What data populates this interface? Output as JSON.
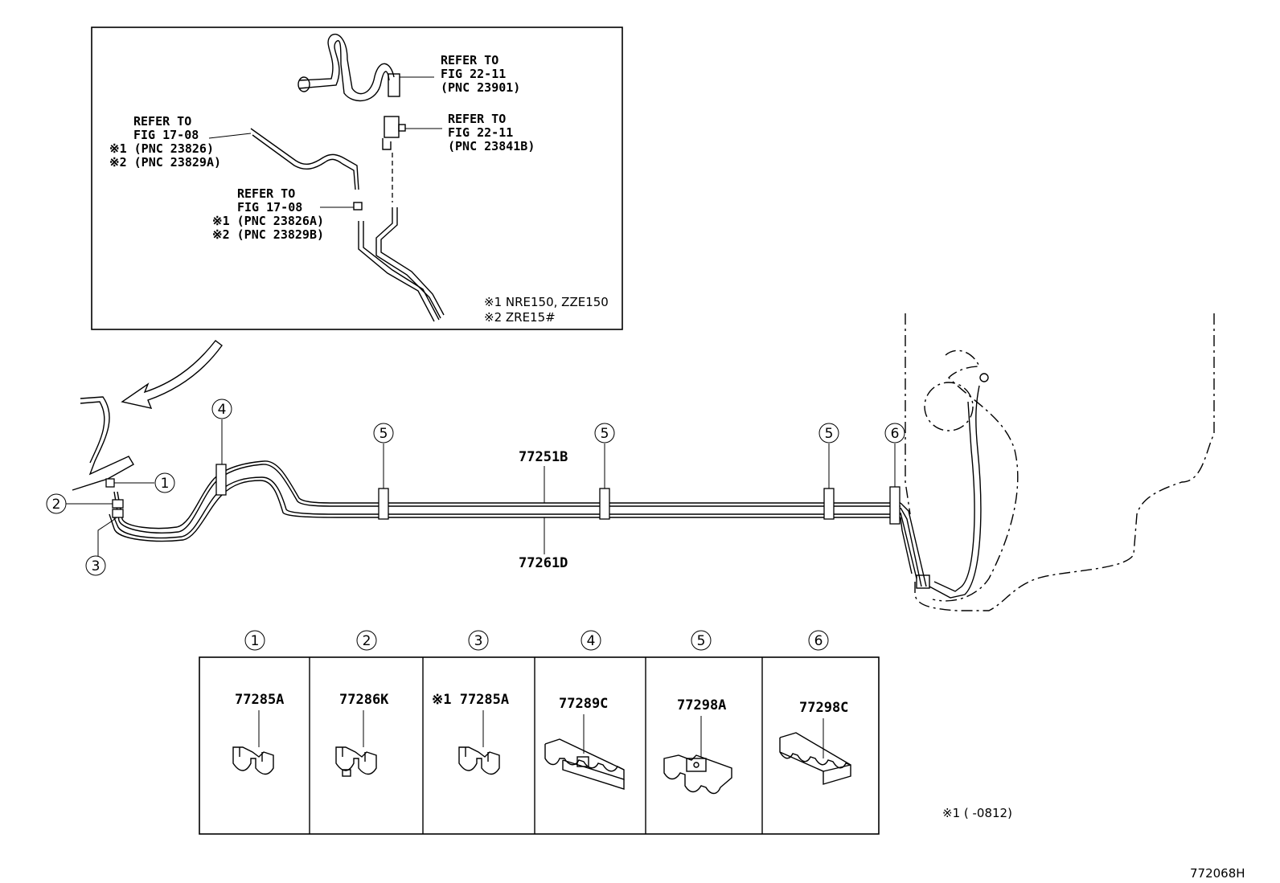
{
  "inset": {
    "refs": [
      {
        "lines": [
          "REFER TO",
          "FIG 22-11",
          "(PNC 23901)"
        ]
      },
      {
        "lines": [
          "REFER TO",
          "FIG 22-11",
          "(PNC 23841B)"
        ]
      },
      {
        "lines": [
          "REFER TO",
          "FIG 17-08",
          "※1 (PNC 23826)",
          "※2 (PNC 23829A)"
        ]
      },
      {
        "lines": [
          "REFER TO",
          "FIG 17-08",
          "※1 (PNC 23826A)",
          "※2 (PNC 23829B)"
        ]
      }
    ],
    "notes": [
      "※1 NRE150, ZZE150",
      "※2 ZRE15#"
    ]
  },
  "main": {
    "upper_pipe_label": "77251B",
    "lower_pipe_label": "77261D",
    "callouts": [
      "1",
      "2",
      "3",
      "4",
      "5",
      "5",
      "5",
      "6"
    ]
  },
  "parts_table": {
    "cells": [
      {
        "num": "1",
        "part": "77285A"
      },
      {
        "num": "2",
        "part": "77286K"
      },
      {
        "num": "3",
        "part": "※1 77285A"
      },
      {
        "num": "4",
        "part": "77289C"
      },
      {
        "num": "5",
        "part": "77298A"
      },
      {
        "num": "6",
        "part": "77298C"
      }
    ]
  },
  "footnote": "※1 (      -0812)",
  "figure_id": "772068H"
}
